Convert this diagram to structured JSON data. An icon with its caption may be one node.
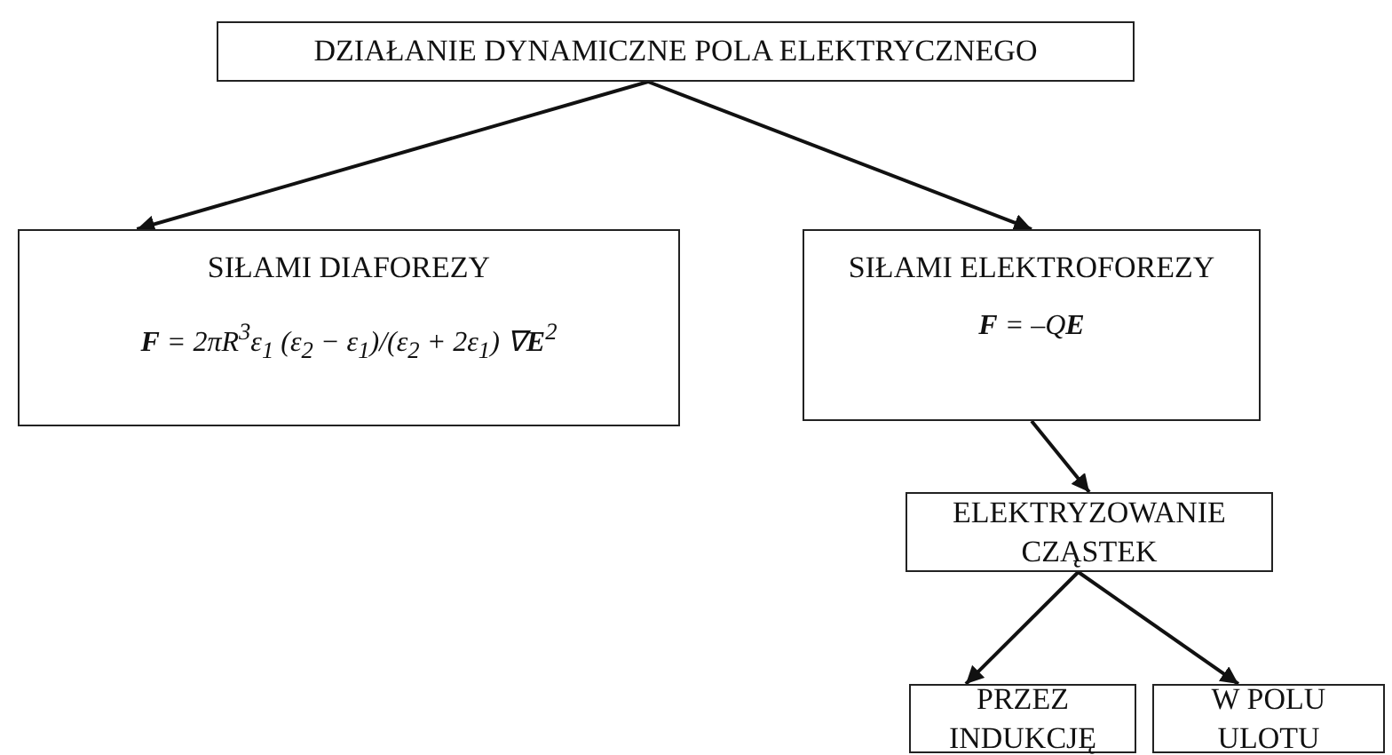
{
  "diagram": {
    "nodes": [
      {
        "text": [
          "DZIAŁANIE DYNAMICZNE POLA ELEKTRYCZNEGO"
        ]
      },
      {
        "text": [
          "SIŁAMI DIAFOREZY",
          "**F** = 2πR$^{3}$ε$_{1}$ (ε$_{2}$ − ε$_{1}$)/(ε$_{2}$ + 2ε$_{1}$) ∇**E**$^{2}$"
        ]
      },
      {
        "text": [
          "SIŁAMI ELEKTROFOREZY",
          "**F** = –Q**E**"
        ]
      },
      {
        "text": [
          "ELEKTRYZOWANIE CZĄSTEK"
        ]
      },
      {
        "text": [
          "PRZEZ INDUKCJĘ"
        ]
      },
      {
        "text": [
          "W POLU ULOTU"
        ]
      }
    ],
    "edges": [
      {
        "from": 0,
        "to": 1,
        "arrow": "to"
      },
      {
        "from": 0,
        "to": 2,
        "arrow": "to"
      },
      {
        "from": 2,
        "to": 3,
        "arrow": "to"
      },
      {
        "from": 3,
        "to": 4,
        "arrow": "to"
      },
      {
        "from": 3,
        "to": 5,
        "arrow": "to"
      }
    ]
  }
}
